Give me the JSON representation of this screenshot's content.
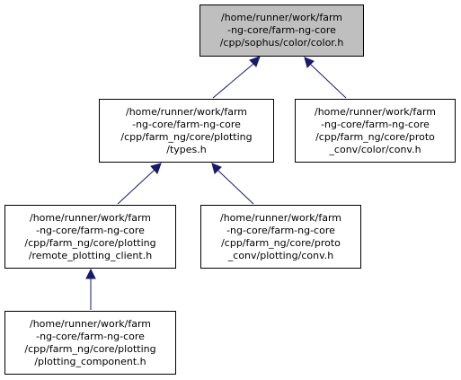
{
  "colors": {
    "focus_fill": "#bfbfbf",
    "node_fill": "#ffffff",
    "edge": "#191970"
  },
  "nodes": {
    "color": {
      "label": "/home/runner/work/farm\n-ng-core/farm-ng-core\n/cpp/sophus/color/color.h"
    },
    "types": {
      "label": "/home/runner/work/farm\n-ng-core/farm-ng-core\n/cpp/farm_ng/core/plotting\n/types.h"
    },
    "protocol": {
      "label": "/home/runner/work/farm\n-ng-core/farm-ng-core\n/cpp/farm_ng/core/proto\n_conv/color/conv.h"
    },
    "remote": {
      "label": "/home/runner/work/farm\n-ng-core/farm-ng-core\n/cpp/farm_ng/core/plotting\n/remote_plotting_client.h"
    },
    "protoplt": {
      "label": "/home/runner/work/farm\n-ng-core/farm-ng-core\n/cpp/farm_ng/core/proto\n_conv/plotting/conv.h"
    },
    "comp": {
      "label": "/home/runner/work/farm\n-ng-core/farm-ng-core\n/cpp/farm_ng/core/plotting\n/plotting_component.h"
    }
  },
  "edges": [
    {
      "from": "types",
      "to": "color"
    },
    {
      "from": "protocol",
      "to": "color"
    },
    {
      "from": "remote",
      "to": "types"
    },
    {
      "from": "protoplt",
      "to": "types"
    },
    {
      "from": "comp",
      "to": "remote"
    }
  ]
}
